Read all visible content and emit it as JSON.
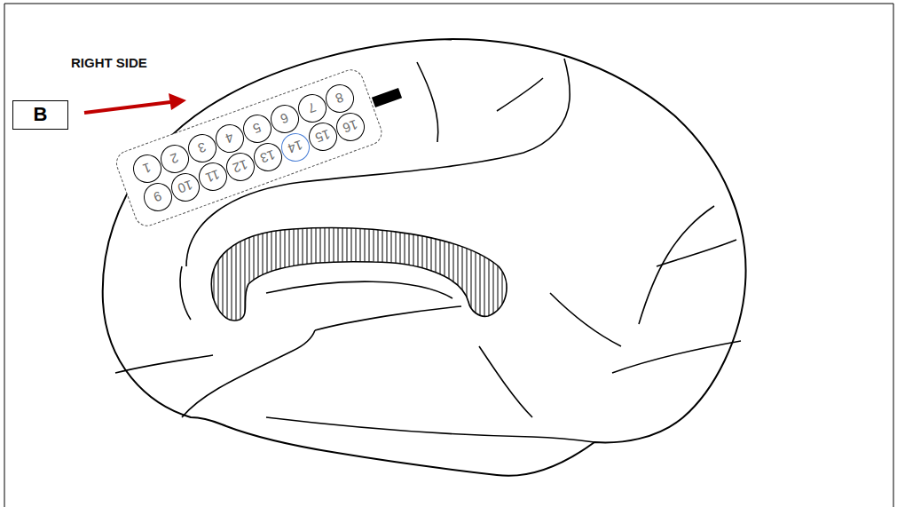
{
  "diagram": {
    "title": "RIGHT SIDE",
    "nodes": [
      {
        "text": [
          "B"
        ]
      },
      {
        "text": [
          "1"
        ]
      },
      {
        "text": [
          "2"
        ]
      },
      {
        "text": [
          "3"
        ]
      },
      {
        "text": [
          "4"
        ]
      },
      {
        "text": [
          "5"
        ]
      },
      {
        "text": [
          "6"
        ]
      },
      {
        "text": [
          "7"
        ]
      },
      {
        "text": [
          "8"
        ]
      },
      {
        "text": [
          "9"
        ]
      },
      {
        "text": [
          "10"
        ]
      },
      {
        "text": [
          "11"
        ]
      },
      {
        "text": [
          "12"
        ]
      },
      {
        "text": [
          "13"
        ]
      },
      {
        "text": [
          "14"
        ]
      },
      {
        "text": [
          "15"
        ]
      },
      {
        "text": [
          "16"
        ]
      }
    ]
  }
}
